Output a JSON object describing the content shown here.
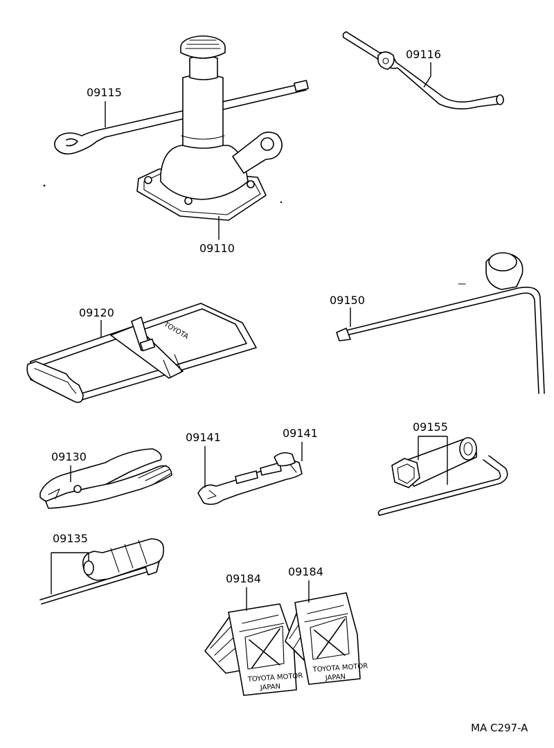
{
  "parts": [
    {
      "id": "jack",
      "label": "09110"
    },
    {
      "id": "jack-handle",
      "label": "09115"
    },
    {
      "id": "wheel-nut-wrench-bar",
      "label": "09116"
    },
    {
      "id": "tool-bag",
      "label": "09120",
      "logo": "TOYOTA"
    },
    {
      "id": "pliers",
      "label": "09130"
    },
    {
      "id": "screwdriver",
      "label": "09135"
    },
    {
      "id": "spanner-left",
      "label": "09141"
    },
    {
      "id": "spanner-right",
      "label": "09141"
    },
    {
      "id": "lug-wrench",
      "label": "09150"
    },
    {
      "id": "plug-wrench",
      "label": "09155"
    },
    {
      "id": "wheel-chock-left",
      "label": "09184",
      "logo_lines": [
        "TOYOTA MOTOR",
        "JAPAN"
      ]
    },
    {
      "id": "wheel-chock-right",
      "label": "09184",
      "logo_lines": [
        "TOYOTA MOTOR",
        "JAPAN"
      ]
    }
  ],
  "figure_code": "MA C297-A"
}
